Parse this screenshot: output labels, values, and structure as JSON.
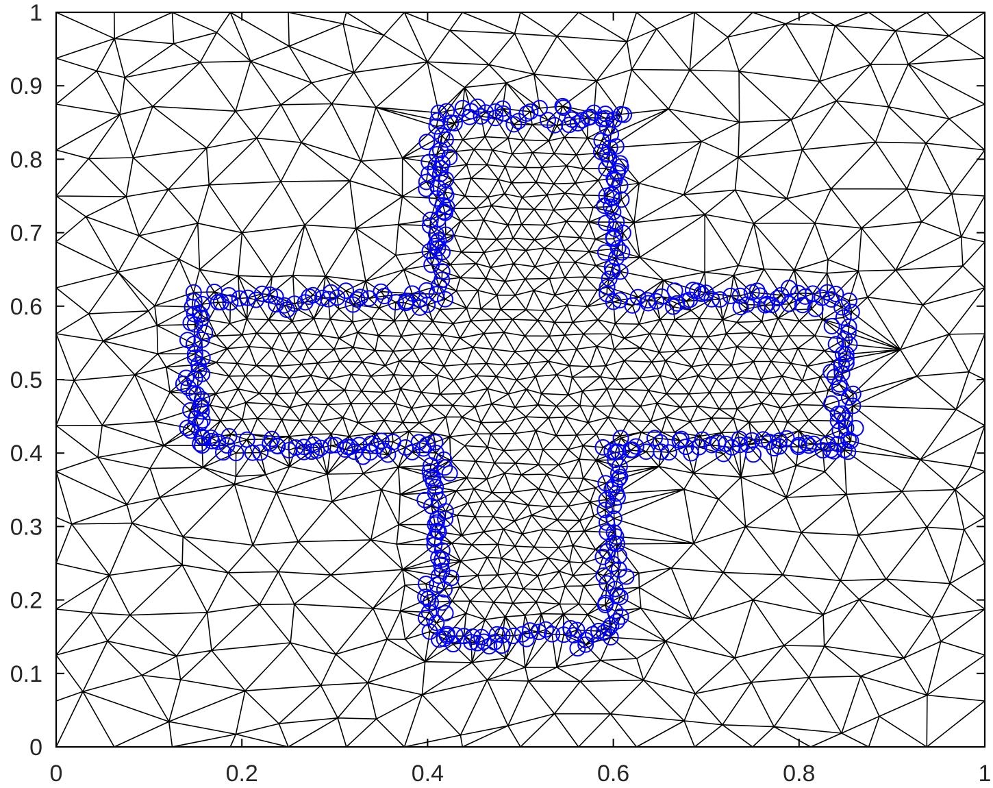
{
  "chart_data": {
    "type": "scatter",
    "title": "",
    "xlabel": "",
    "ylabel": "",
    "xlim": [
      0,
      1
    ],
    "ylim": [
      0,
      1
    ],
    "x_ticks": [
      "0",
      "0.2",
      "0.4",
      "0.6",
      "0.8",
      "1"
    ],
    "y_ticks": [
      "0",
      "0.1",
      "0.2",
      "0.3",
      "0.4",
      "0.5",
      "0.6",
      "0.7",
      "0.8",
      "0.9",
      "1"
    ],
    "grid": false,
    "legend": "none",
    "mesh": {
      "description_role": "triangular finite element mesh over unit square",
      "line_color": "#000000",
      "coarse_spacing": 0.06,
      "fine_spacing": 0.022
    },
    "marker_color": "#0000ff",
    "marker_shape": "circle",
    "boundary_polygon": [
      [
        0.41,
        0.86
      ],
      [
        0.6,
        0.86
      ],
      [
        0.6,
        0.61
      ],
      [
        0.85,
        0.61
      ],
      [
        0.85,
        0.41
      ],
      [
        0.6,
        0.41
      ],
      [
        0.6,
        0.15
      ],
      [
        0.41,
        0.15
      ],
      [
        0.41,
        0.41
      ],
      [
        0.15,
        0.41
      ],
      [
        0.15,
        0.61
      ],
      [
        0.41,
        0.61
      ]
    ],
    "markers_per_unit_length": 110
  }
}
